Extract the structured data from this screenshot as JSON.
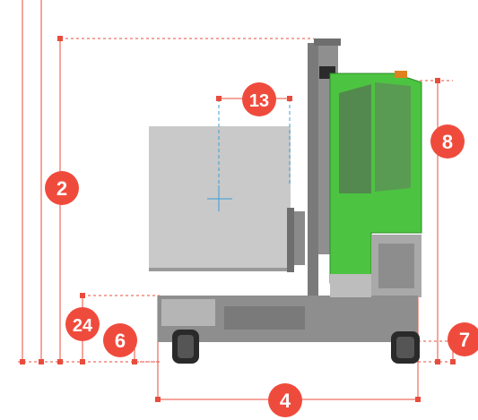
{
  "colors": {
    "dimension": "#e84c3d",
    "badge": "#ef4b3d",
    "body_green": "#4cc441",
    "chassis": "#8e8e8e",
    "load": "#c9c9c9"
  },
  "icons": [
    "forklift-diagram",
    "load-center-crosshair"
  ],
  "badges": {
    "b2": "2",
    "b4": "4",
    "b6": "6",
    "b7": "7",
    "b8": "8",
    "b13": "13",
    "b24": "24"
  }
}
